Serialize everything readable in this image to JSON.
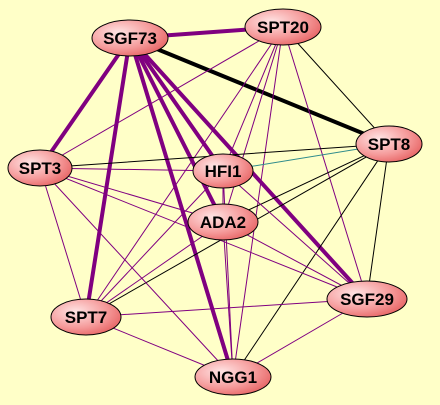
{
  "colors": {
    "background": "#FFFFC8",
    "purple": "#800080",
    "black": "#000000",
    "teal": "#2E8B8B",
    "node_fill_light": "#FFD6D6",
    "node_fill_dark": "#F07070",
    "node_stroke": "#000000"
  },
  "nodes": [
    {
      "id": "SGF73",
      "label": "SGF73"
    },
    {
      "id": "SPT20",
      "label": "SPT20"
    },
    {
      "id": "SPT8",
      "label": "SPT8"
    },
    {
      "id": "SPT3",
      "label": "SPT3"
    },
    {
      "id": "HFI1",
      "label": "HFI1"
    },
    {
      "id": "ADA2",
      "label": "ADA2"
    },
    {
      "id": "SGF29",
      "label": "SGF29"
    },
    {
      "id": "SPT7",
      "label": "SPT7"
    },
    {
      "id": "NGG1",
      "label": "NGG1"
    }
  ],
  "edges": [
    {
      "source": "SGF73",
      "target": "SPT20",
      "color": "purple",
      "weight": "thick"
    },
    {
      "source": "SGF73",
      "target": "SPT8",
      "color": "black",
      "weight": "thick"
    },
    {
      "source": "SGF73",
      "target": "SPT3",
      "color": "purple",
      "weight": "thick"
    },
    {
      "source": "SGF73",
      "target": "SPT7",
      "color": "purple",
      "weight": "thick"
    },
    {
      "source": "SGF73",
      "target": "NGG1",
      "color": "purple",
      "weight": "thick"
    },
    {
      "source": "SGF73",
      "target": "ADA2",
      "color": "purple",
      "weight": "thick"
    },
    {
      "source": "SGF73",
      "target": "HFI1",
      "color": "purple",
      "weight": "thick"
    },
    {
      "source": "SGF73",
      "target": "SGF29",
      "color": "purple",
      "weight": "thick"
    },
    {
      "source": "SGF73",
      "target": "SPT3",
      "color": "purple",
      "weight": "thin"
    },
    {
      "source": "SPT20",
      "target": "SPT8",
      "color": "black",
      "weight": "thin"
    },
    {
      "source": "SPT20",
      "target": "SGF29",
      "color": "purple",
      "weight": "thin"
    },
    {
      "source": "SPT20",
      "target": "NGG1",
      "color": "purple",
      "weight": "thin"
    },
    {
      "source": "SPT20",
      "target": "SPT7",
      "color": "purple",
      "weight": "thin"
    },
    {
      "source": "SPT20",
      "target": "SPT3",
      "color": "purple",
      "weight": "thin"
    },
    {
      "source": "SPT20",
      "target": "ADA2",
      "color": "purple",
      "weight": "thin"
    },
    {
      "source": "SPT20",
      "target": "HFI1",
      "color": "purple",
      "weight": "thin"
    },
    {
      "source": "SPT8",
      "target": "SPT3",
      "color": "black",
      "weight": "thin"
    },
    {
      "source": "SPT8",
      "target": "HFI1",
      "color": "teal",
      "weight": "thin"
    },
    {
      "source": "SPT8",
      "target": "ADA2",
      "color": "black",
      "weight": "thin"
    },
    {
      "source": "SPT8",
      "target": "SPT7",
      "color": "black",
      "weight": "thin"
    },
    {
      "source": "SPT8",
      "target": "NGG1",
      "color": "black",
      "weight": "thin"
    },
    {
      "source": "SPT8",
      "target": "SGF29",
      "color": "black",
      "weight": "thin"
    },
    {
      "source": "SPT3",
      "target": "HFI1",
      "color": "purple",
      "weight": "thin"
    },
    {
      "source": "SPT3",
      "target": "ADA2",
      "color": "purple",
      "weight": "thin"
    },
    {
      "source": "SPT3",
      "target": "SGF29",
      "color": "purple",
      "weight": "thin"
    },
    {
      "source": "SPT3",
      "target": "SPT7",
      "color": "purple",
      "weight": "thin"
    },
    {
      "source": "SPT3",
      "target": "NGG1",
      "color": "purple",
      "weight": "thin"
    },
    {
      "source": "HFI1",
      "target": "ADA2",
      "color": "purple",
      "weight": "thin"
    },
    {
      "source": "HFI1",
      "target": "SGF29",
      "color": "purple",
      "weight": "thin"
    },
    {
      "source": "HFI1",
      "target": "SPT7",
      "color": "purple",
      "weight": "thin"
    },
    {
      "source": "HFI1",
      "target": "NGG1",
      "color": "purple",
      "weight": "thin"
    },
    {
      "source": "ADA2",
      "target": "SGF29",
      "color": "purple",
      "weight": "thin"
    },
    {
      "source": "ADA2",
      "target": "SPT7",
      "color": "purple",
      "weight": "thin"
    },
    {
      "source": "ADA2",
      "target": "NGG1",
      "color": "purple",
      "weight": "thin"
    },
    {
      "source": "SGF29",
      "target": "SPT7",
      "color": "purple",
      "weight": "thin"
    },
    {
      "source": "SGF29",
      "target": "NGG1",
      "color": "purple",
      "weight": "thin"
    },
    {
      "source": "SPT7",
      "target": "NGG1",
      "color": "purple",
      "weight": "thin"
    }
  ]
}
